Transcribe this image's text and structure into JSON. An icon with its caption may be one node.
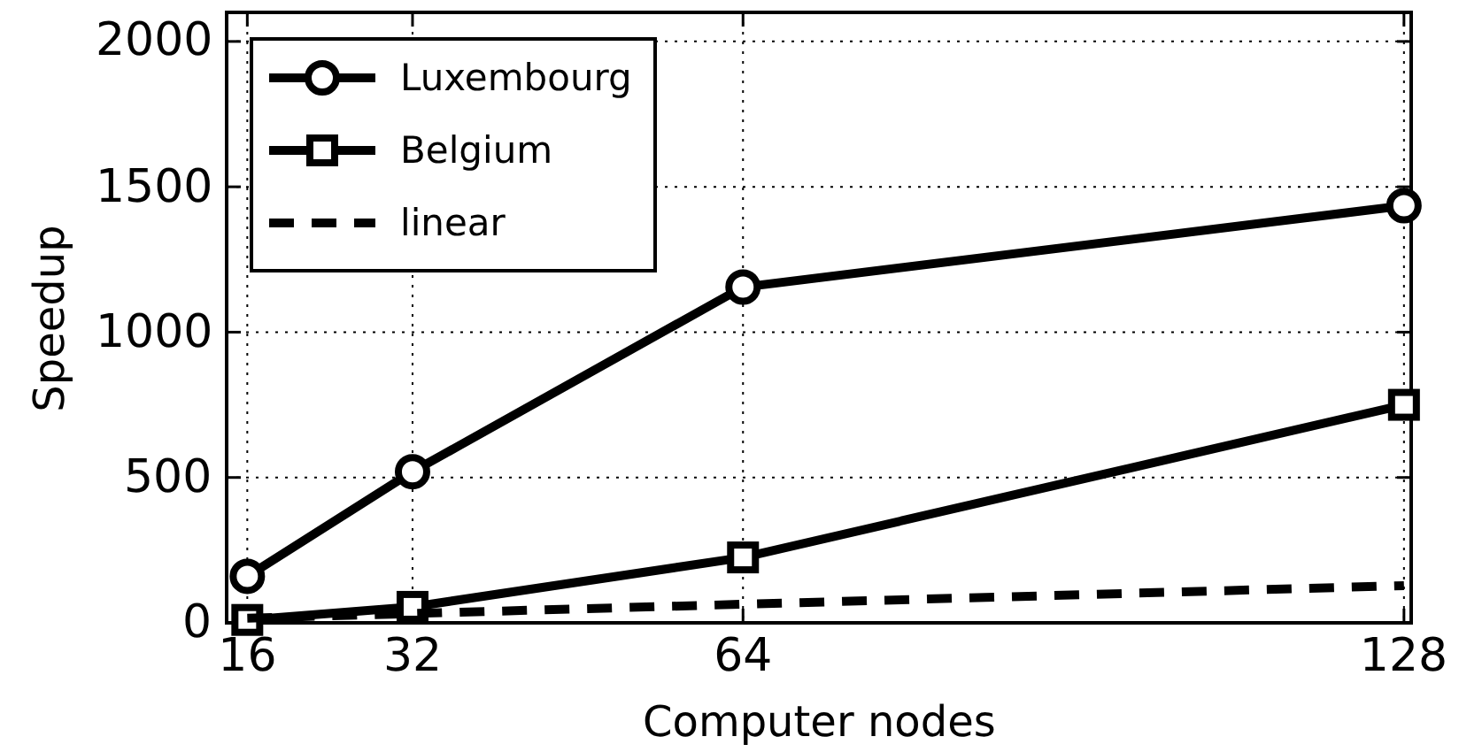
{
  "diagram": {
    "chart_data": {
      "type": "line",
      "xlabel": "Computer nodes",
      "ylabel": "Speedup",
      "x": [
        16,
        32,
        64,
        128
      ],
      "xlim": [
        14,
        128.7
      ],
      "ylim": [
        0,
        2100
      ],
      "xticks": [
        16,
        32,
        64,
        128
      ],
      "yticks": [
        0,
        500,
        1000,
        1500,
        2000
      ],
      "grid": true,
      "legend": true,
      "series": [
        {
          "name": "Luxembourg",
          "color": "#000000",
          "marker": "circle",
          "line_style": "solid",
          "values": [
            160,
            520,
            1155,
            1435
          ]
        },
        {
          "name": "Belgium",
          "color": "#000000",
          "marker": "square",
          "line_style": "solid",
          "values": [
            10,
            55,
            225,
            750
          ]
        },
        {
          "name": "linear",
          "color": "#000000",
          "marker": "none",
          "line_style": "dashed",
          "values": [
            16,
            32,
            64,
            128
          ]
        }
      ]
    }
  }
}
